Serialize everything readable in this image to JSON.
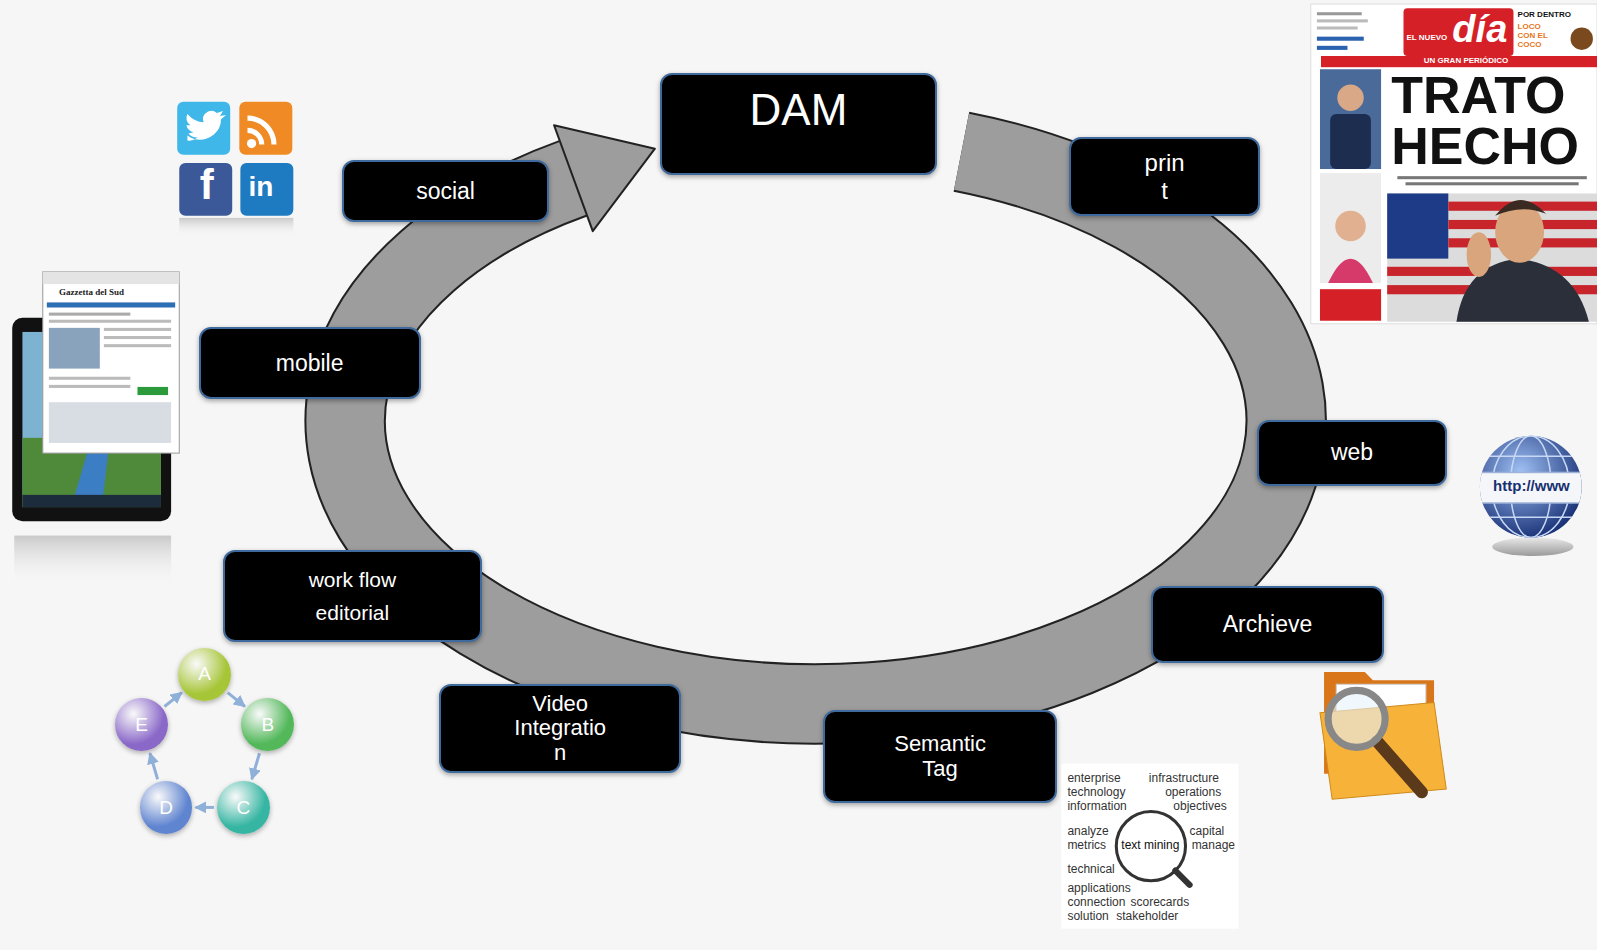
{
  "diagram": {
    "nodes": [
      {
        "text": [
          "DAM"
        ]
      },
      {
        "text": [
          "prin t"
        ]
      },
      {
        "text": [
          "web"
        ]
      },
      {
        "text": [
          "Archieve"
        ]
      },
      {
        "text": [
          "Semantic Tag"
        ]
      },
      {
        "text": [
          "Video Integratio n"
        ]
      },
      {
        "text": [
          "work flow editorial"
        ]
      },
      {
        "text": [
          "mobile"
        ]
      },
      {
        "text": [
          "social"
        ]
      },
      {
        "text": [
          "A"
        ]
      },
      {
        "text": [
          "B"
        ]
      },
      {
        "text": [
          "C"
        ]
      },
      {
        "text": [
          "D"
        ]
      },
      {
        "text": [
          "E"
        ]
      }
    ],
    "edges": [
      {
        "from": 9,
        "to": 10,
        "arrow": "to"
      },
      {
        "from": 10,
        "to": 11,
        "arrow": "to"
      },
      {
        "from": 11,
        "to": 12,
        "arrow": "to"
      },
      {
        "from": 12,
        "to": 13,
        "arrow": "to"
      },
      {
        "from": 13,
        "to": 9,
        "arrow": "to"
      }
    ],
    "labels": [
      "f",
      "in",
      "Gazzetta del Sud",
      "EL NUEVO",
      "día",
      "POR DENTRO",
      "LOCO CON EL COCO",
      "UN GRAN PERIÓDICO",
      "TRATO",
      "HECHO",
      "http://www",
      "enterprise",
      "infrastructure",
      "technology",
      "operations",
      "information",
      "objectives",
      "analyze",
      "capital",
      "metrics",
      "text mining",
      "manage",
      "technical",
      "applications",
      "connection",
      "scorecards",
      "solution",
      "stakeholder"
    ]
  }
}
